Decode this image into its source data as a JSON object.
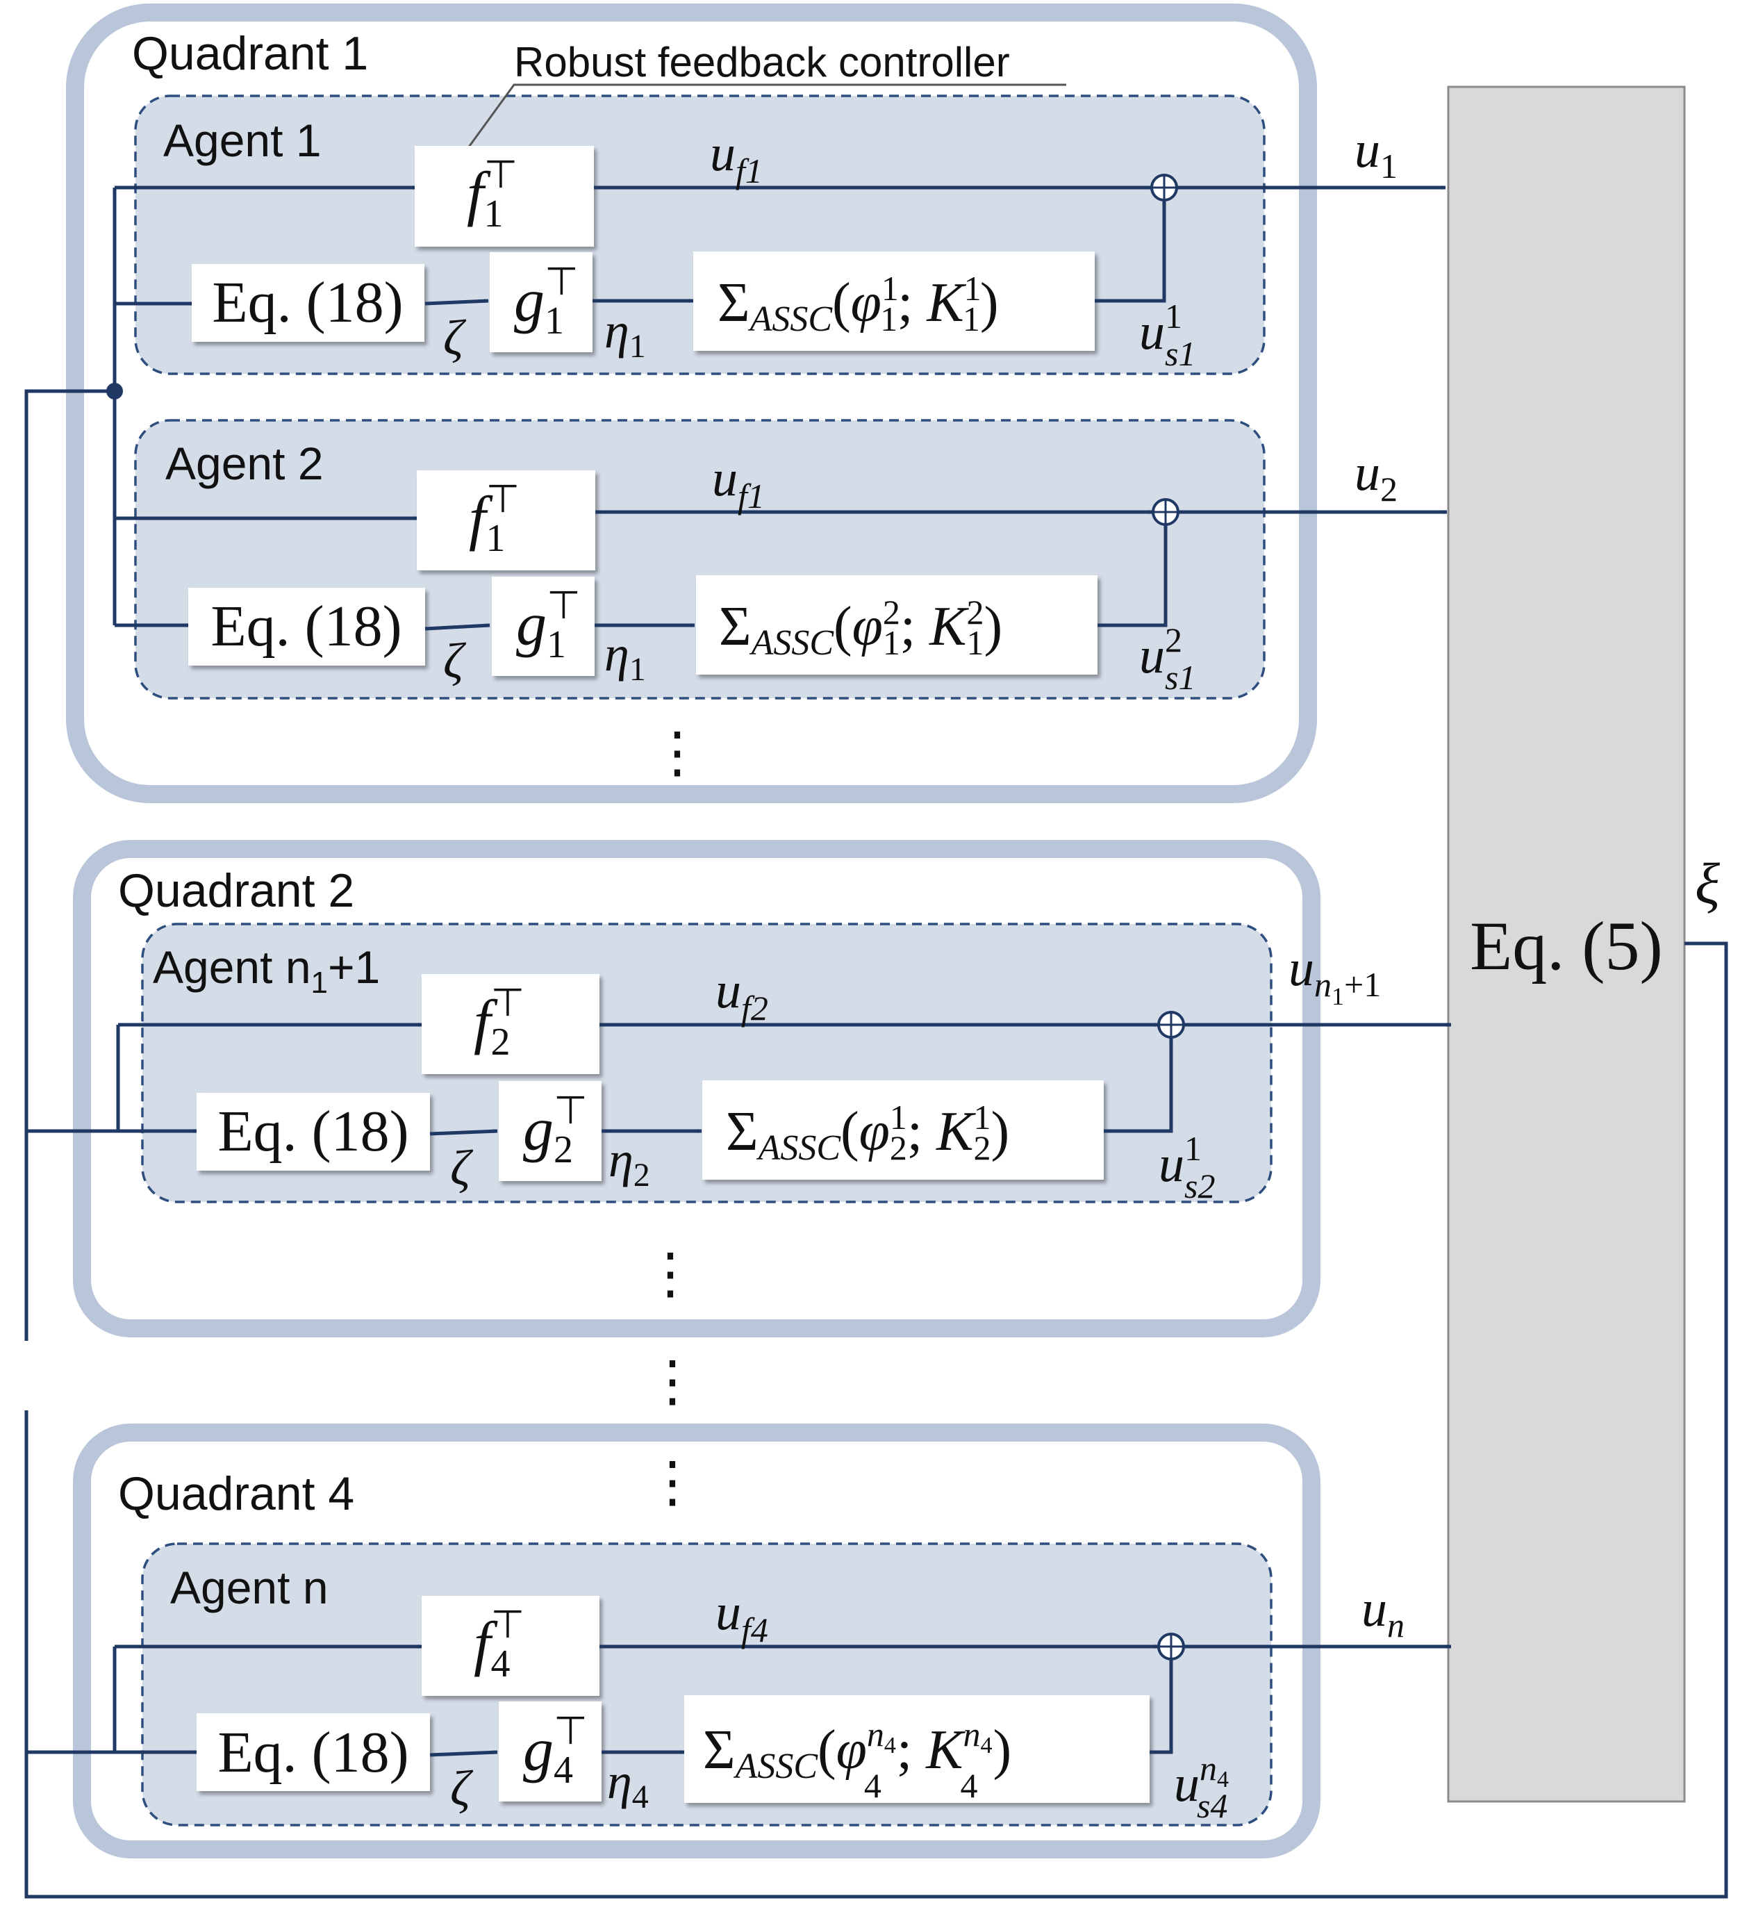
{
  "callout": {
    "label": "Robust feedback controller"
  },
  "main_block": {
    "label": "Eq. (5)",
    "output_signal": "ξ"
  },
  "eq18_label": "Eq. (18)",
  "zeta": "ζ",
  "ellipsis": "⋮",
  "colors": {
    "wire": "#1f3864",
    "quadrant_border": "#b9c6da",
    "agent_fill": "#d4dce8",
    "agent_border": "#2e4e7e",
    "main_block_fill": "#d9d9d9"
  },
  "quadrants": [
    {
      "title": "Quadrant 1",
      "agents": [
        {
          "title": "Agent 1",
          "f_base": "f",
          "f_sub": "1",
          "g_base": "g",
          "g_sub": "1",
          "eta_base": "η",
          "eta_sub": "1",
          "assc_sup": "1",
          "assc_sub": "1",
          "uf_sub": "f1",
          "us_sup": "1",
          "us_sub": "s1",
          "out_base": "u",
          "out_sub": "1"
        },
        {
          "title": "Agent 2",
          "f_base": "f",
          "f_sub": "1",
          "g_base": "g",
          "g_sub": "1",
          "eta_base": "η",
          "eta_sub": "1",
          "assc_sup": "2",
          "assc_sub": "1",
          "uf_sub": "f1",
          "us_sup": "2",
          "us_sub": "s1",
          "out_base": "u",
          "out_sub": "2"
        }
      ]
    },
    {
      "title": "Quadrant 2",
      "agents": [
        {
          "title_base": "Agent n",
          "title_sub": "1",
          "title_tail": "+1",
          "f_base": "f",
          "f_sub": "2",
          "g_base": "g",
          "g_sub": "2",
          "eta_base": "η",
          "eta_sub": "2",
          "assc_sup": "1",
          "assc_sub": "2",
          "uf_sub": "f2",
          "us_sup": "1",
          "us_sub": "s2",
          "out_base": "u",
          "out_sub_n": "n",
          "out_sub_n_sub": "1",
          "out_sub_tail": "+1"
        }
      ]
    },
    {
      "title": "Quadrant 4",
      "agents": [
        {
          "title": "Agent n",
          "f_base": "f",
          "f_sub": "4",
          "g_base": "g",
          "g_sub": "4",
          "eta_base": "η",
          "eta_sub": "4",
          "assc_sup_base": "n",
          "assc_sup_sub": "4",
          "assc_sub": "4",
          "uf_sub": "f4",
          "us_sup_base": "n",
          "us_sup_sub": "4",
          "us_sub": "s4",
          "out_base": "u",
          "out_sub": "n"
        }
      ]
    }
  ]
}
